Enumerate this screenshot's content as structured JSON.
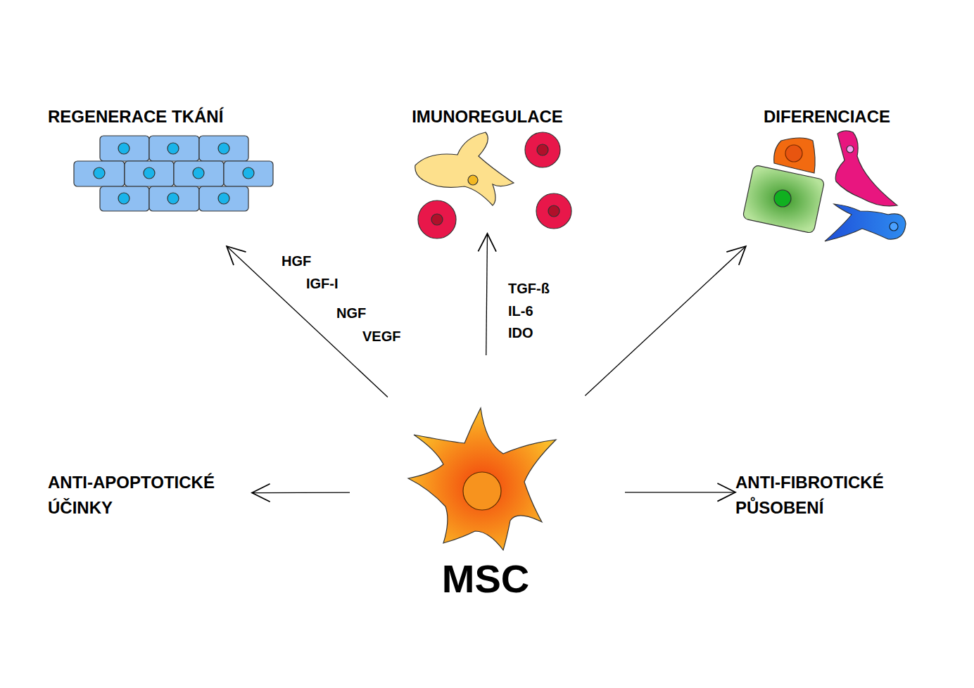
{
  "diagram": {
    "nodes": [
      {
        "text": [
          "REGENERACE TKÁNÍ"
        ]
      },
      {
        "text": [
          "IMUNOREGULACE"
        ]
      },
      {
        "text": [
          "DIFERENCIACE"
        ]
      },
      {
        "text": [
          "ANTI-APOPTOTICKÉ ÚČINKY"
        ]
      },
      {
        "text": [
          "ANTI-FIBROTICKÉ PŮSOBENÍ"
        ]
      },
      {
        "text": [
          "MSC"
        ]
      }
    ],
    "edges": [
      {
        "from": 5,
        "to": 0,
        "arrow": "to"
      },
      {
        "from": 5,
        "to": 1,
        "arrow": "to"
      },
      {
        "from": 5,
        "to": 2,
        "arrow": "to"
      },
      {
        "from": 5,
        "to": 3,
        "arrow": "to"
      },
      {
        "from": 5,
        "to": 4,
        "arrow": "to"
      }
    ],
    "labels": [
      "HGF",
      "IGF-I",
      "NGF",
      "VEGF",
      "TGF-ß",
      "IL-6",
      "IDO"
    ]
  }
}
